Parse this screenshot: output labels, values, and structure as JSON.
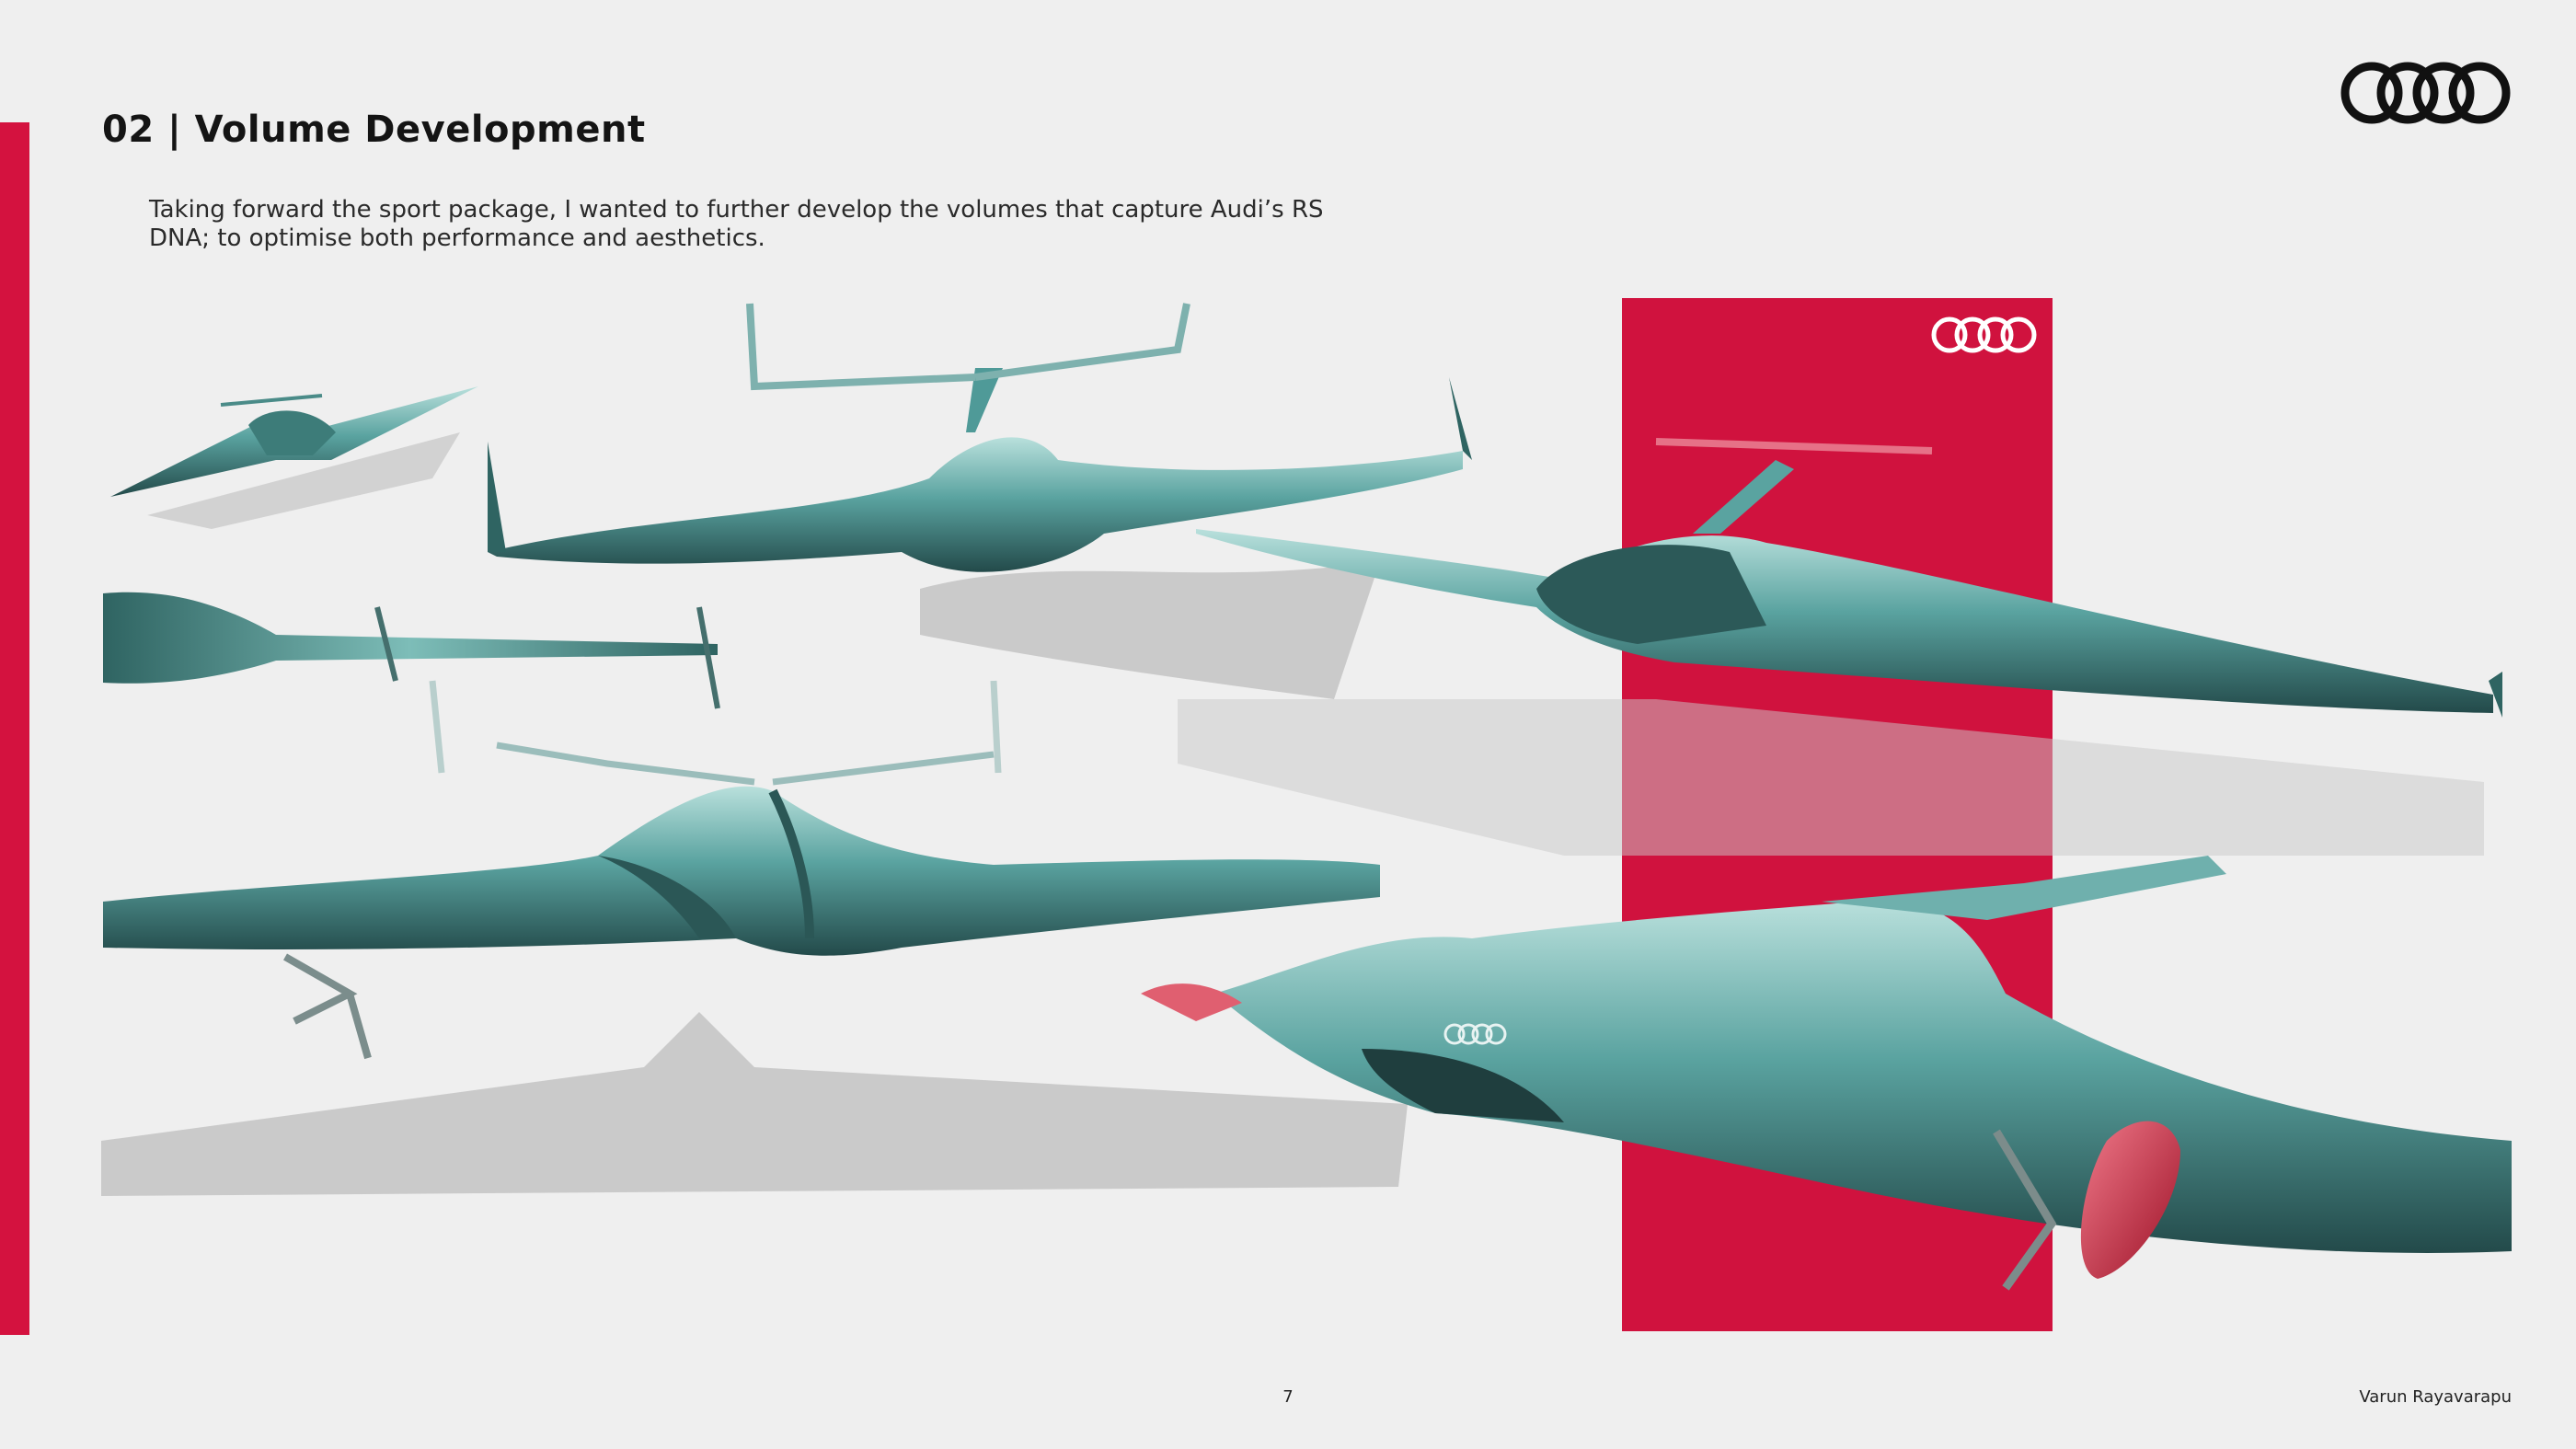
{
  "header": {
    "title": "02 | Volume Development",
    "logo": "audi-rings-logo"
  },
  "intro": {
    "text": "Taking forward the sport package, I wanted to further develop the volumes that capture Audi’s RS DNA; to optimise both performance and aesthetics."
  },
  "colors": {
    "accent_red": "#d4123f",
    "body_teal": "#4f9a98",
    "background": "#efefef"
  },
  "footer": {
    "page_number": "7",
    "author": "Varun Rayavarapu"
  }
}
